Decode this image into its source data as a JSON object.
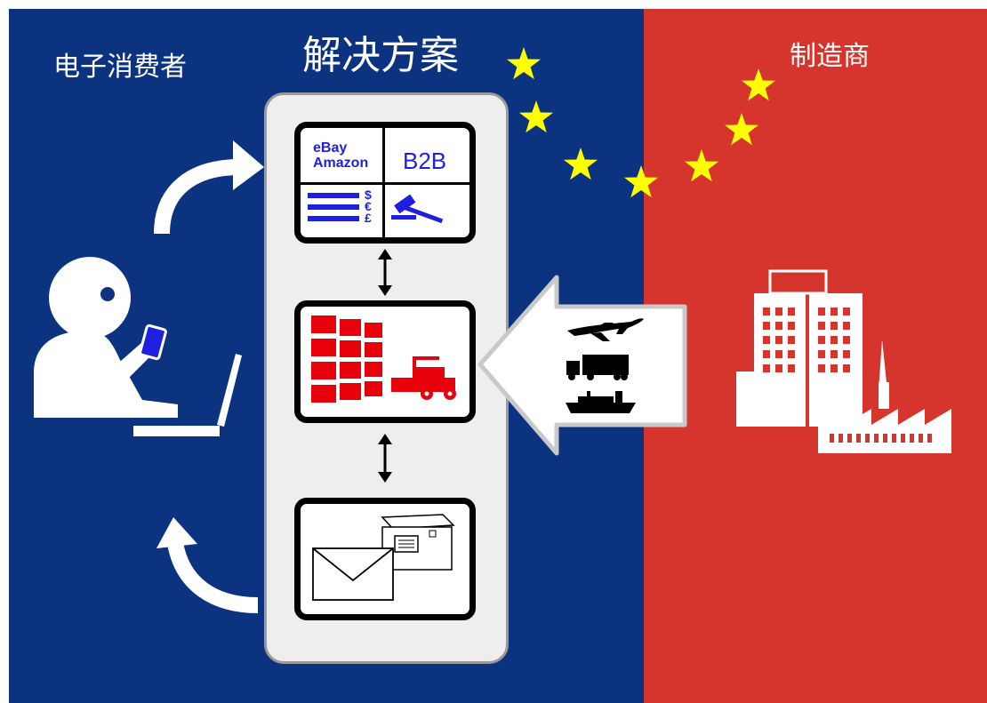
{
  "labels": {
    "consumer": "电子消费者",
    "solution": "解决方案",
    "manufacturer": "制造商"
  },
  "marketplace": {
    "ebay": "eBay",
    "amazon": "Amazon",
    "b2b": "B2B",
    "currencies": [
      "$",
      "€",
      "£"
    ]
  },
  "colors": {
    "consumer_bg": "#0c3380",
    "manufacturer_bg": "#d5352c",
    "stars": "#ffff00",
    "market_text": "#1f1fe0",
    "warehouse": "#e8000b"
  },
  "icons": [
    "person-icon",
    "smartphone-icon",
    "laptop-icon",
    "auction-hammer-icon",
    "warehouse-shelves-icon",
    "forklift-icon",
    "airplane-icon",
    "truck-icon",
    "cargo-ship-icon",
    "envelope-icon",
    "parcel-icon",
    "office-building-icon",
    "factory-icon",
    "star-icon"
  ]
}
